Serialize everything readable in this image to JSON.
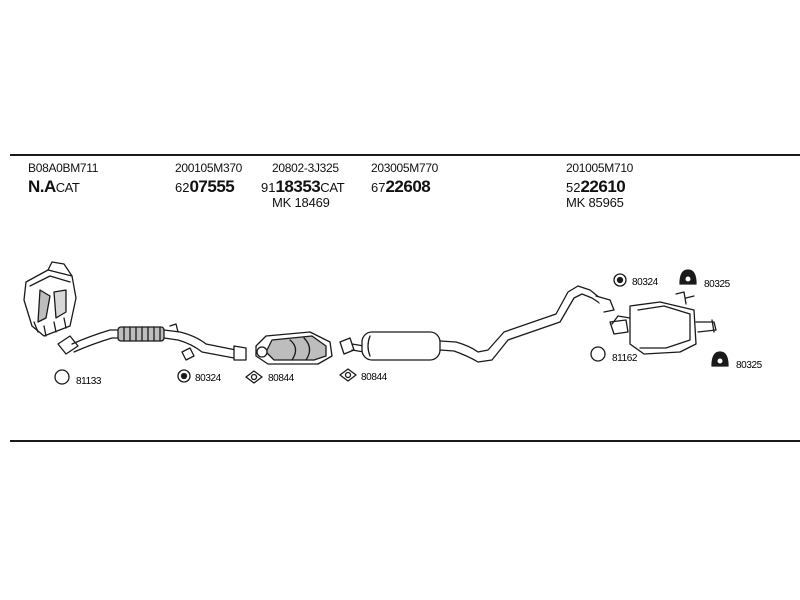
{
  "columns": [
    {
      "oem": "B08A0BM711",
      "label_main": "N.A",
      "label_suffix": "CAT"
    },
    {
      "oem": "200105M370",
      "prefix": "62",
      "number": "07555"
    },
    {
      "oem": "20802-3J325",
      "prefix": "91",
      "number": "18353",
      "suffix": "CAT",
      "mk": "MK  18469"
    },
    {
      "oem": "203005M770",
      "prefix": "67",
      "number": "22608"
    },
    {
      "oem": "201005M710",
      "prefix": "52",
      "number": "22610",
      "mk": "MK  85965"
    }
  ],
  "fittings": [
    {
      "code": "81133",
      "icon": "ring-icon"
    },
    {
      "code": "80324",
      "icon": "clamp-icon"
    },
    {
      "code": "80844",
      "icon": "gasket-icon"
    },
    {
      "code": "80844",
      "icon": "gasket-icon"
    },
    {
      "code": "81162",
      "icon": "ring-icon"
    },
    {
      "code": "80324",
      "icon": "clamp-icon"
    },
    {
      "code": "80325",
      "icon": "rubber-mount-icon"
    },
    {
      "code": "80325",
      "icon": "rubber-mount-icon"
    }
  ],
  "colors": {
    "line": "#1a1a1a",
    "part_fill": "#ffffff",
    "shade": "#bdbdbd"
  }
}
